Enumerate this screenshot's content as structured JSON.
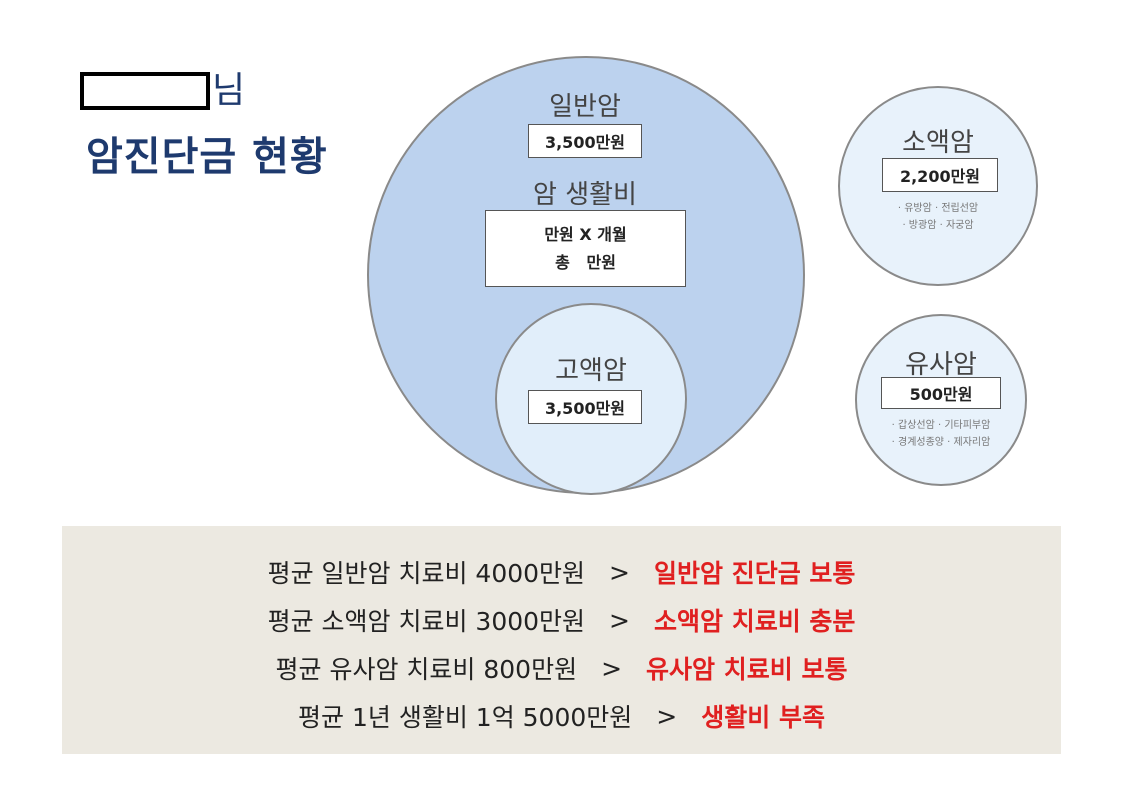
{
  "header": {
    "name_suffix": "님",
    "title": "암진단금 현황"
  },
  "general": {
    "title": "일반암",
    "amount": "3,500만원",
    "living_title": "암 생활비",
    "living_line1": "만원 X 개월",
    "living_line2": "총   만원"
  },
  "high": {
    "title": "고액암",
    "amount": "3,500만원"
  },
  "minor": {
    "title": "소액암",
    "amount": "2,200만원",
    "line1": "· 유방암  · 전립선암",
    "line2": "· 방광암  · 자궁암"
  },
  "similar": {
    "title": "유사암",
    "amount": "500만원",
    "line1": "· 갑상선암  · 기타피부암",
    "line2": "· 경계성종양  · 제자리암"
  },
  "summary": {
    "rows": [
      {
        "text": "평균 일반암 치료비 4000만원",
        "sep": ">",
        "conclusion": "일반암 진단금 보통"
      },
      {
        "text": "평균 소액암 치료비 3000만원",
        "sep": ">",
        "conclusion": "소액암 치료비 충분"
      },
      {
        "text": "평균 유사암 치료비 800만원",
        "sep": ">",
        "conclusion": "유사암 치료비 보통"
      },
      {
        "text": "평균 1년 생활비 1억 5000만원",
        "sep": ">",
        "conclusion": "생활비 부족"
      }
    ],
    "conclusion_color": "#e02020"
  },
  "colors": {
    "title": "#1e3a6e",
    "big_circle": "#bcd2ee",
    "small_circle": "#e8f2fb",
    "summary_bg": "#ece9e1"
  }
}
